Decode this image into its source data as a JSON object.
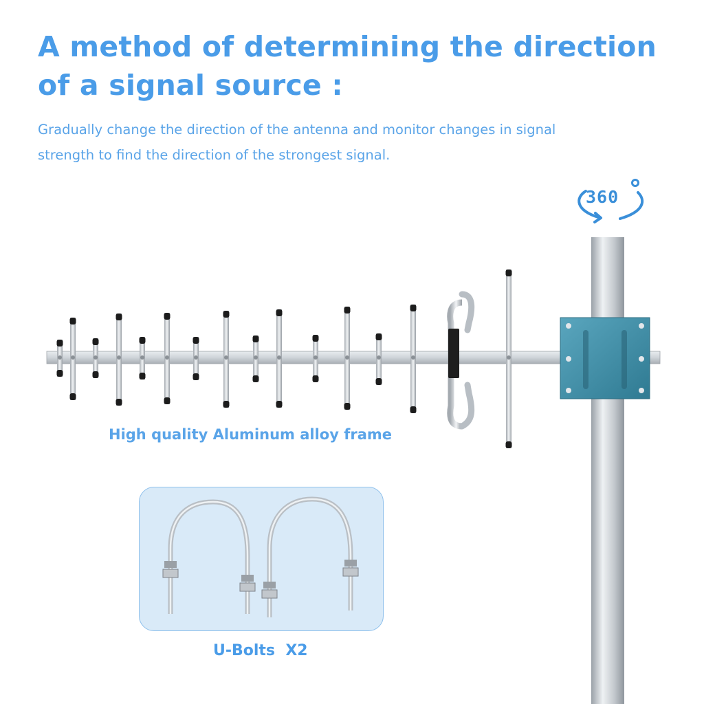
{
  "headline": {
    "line1": "A method of determining the direction",
    "line2": "of a signal source :"
  },
  "subtext": {
    "line1": "Gradually change the direction of the antenna and monitor changes in signal",
    "line2": "strength to find the direction of the strongest signal."
  },
  "rotation_badge": {
    "text": "360",
    "degree_symbol": "°",
    "icon": "rotate-360-icon"
  },
  "frame_label": "High quality Aluminum alloy frame",
  "bolts_label": "U-Bolts  X2",
  "colors": {
    "accent_blue": "#4a9ce8",
    "panel_fill": "#d9eaf8",
    "panel_border": "#8ec0ec",
    "aluminum": "#c9ced4",
    "mount_plate": "#3f8ea6"
  }
}
